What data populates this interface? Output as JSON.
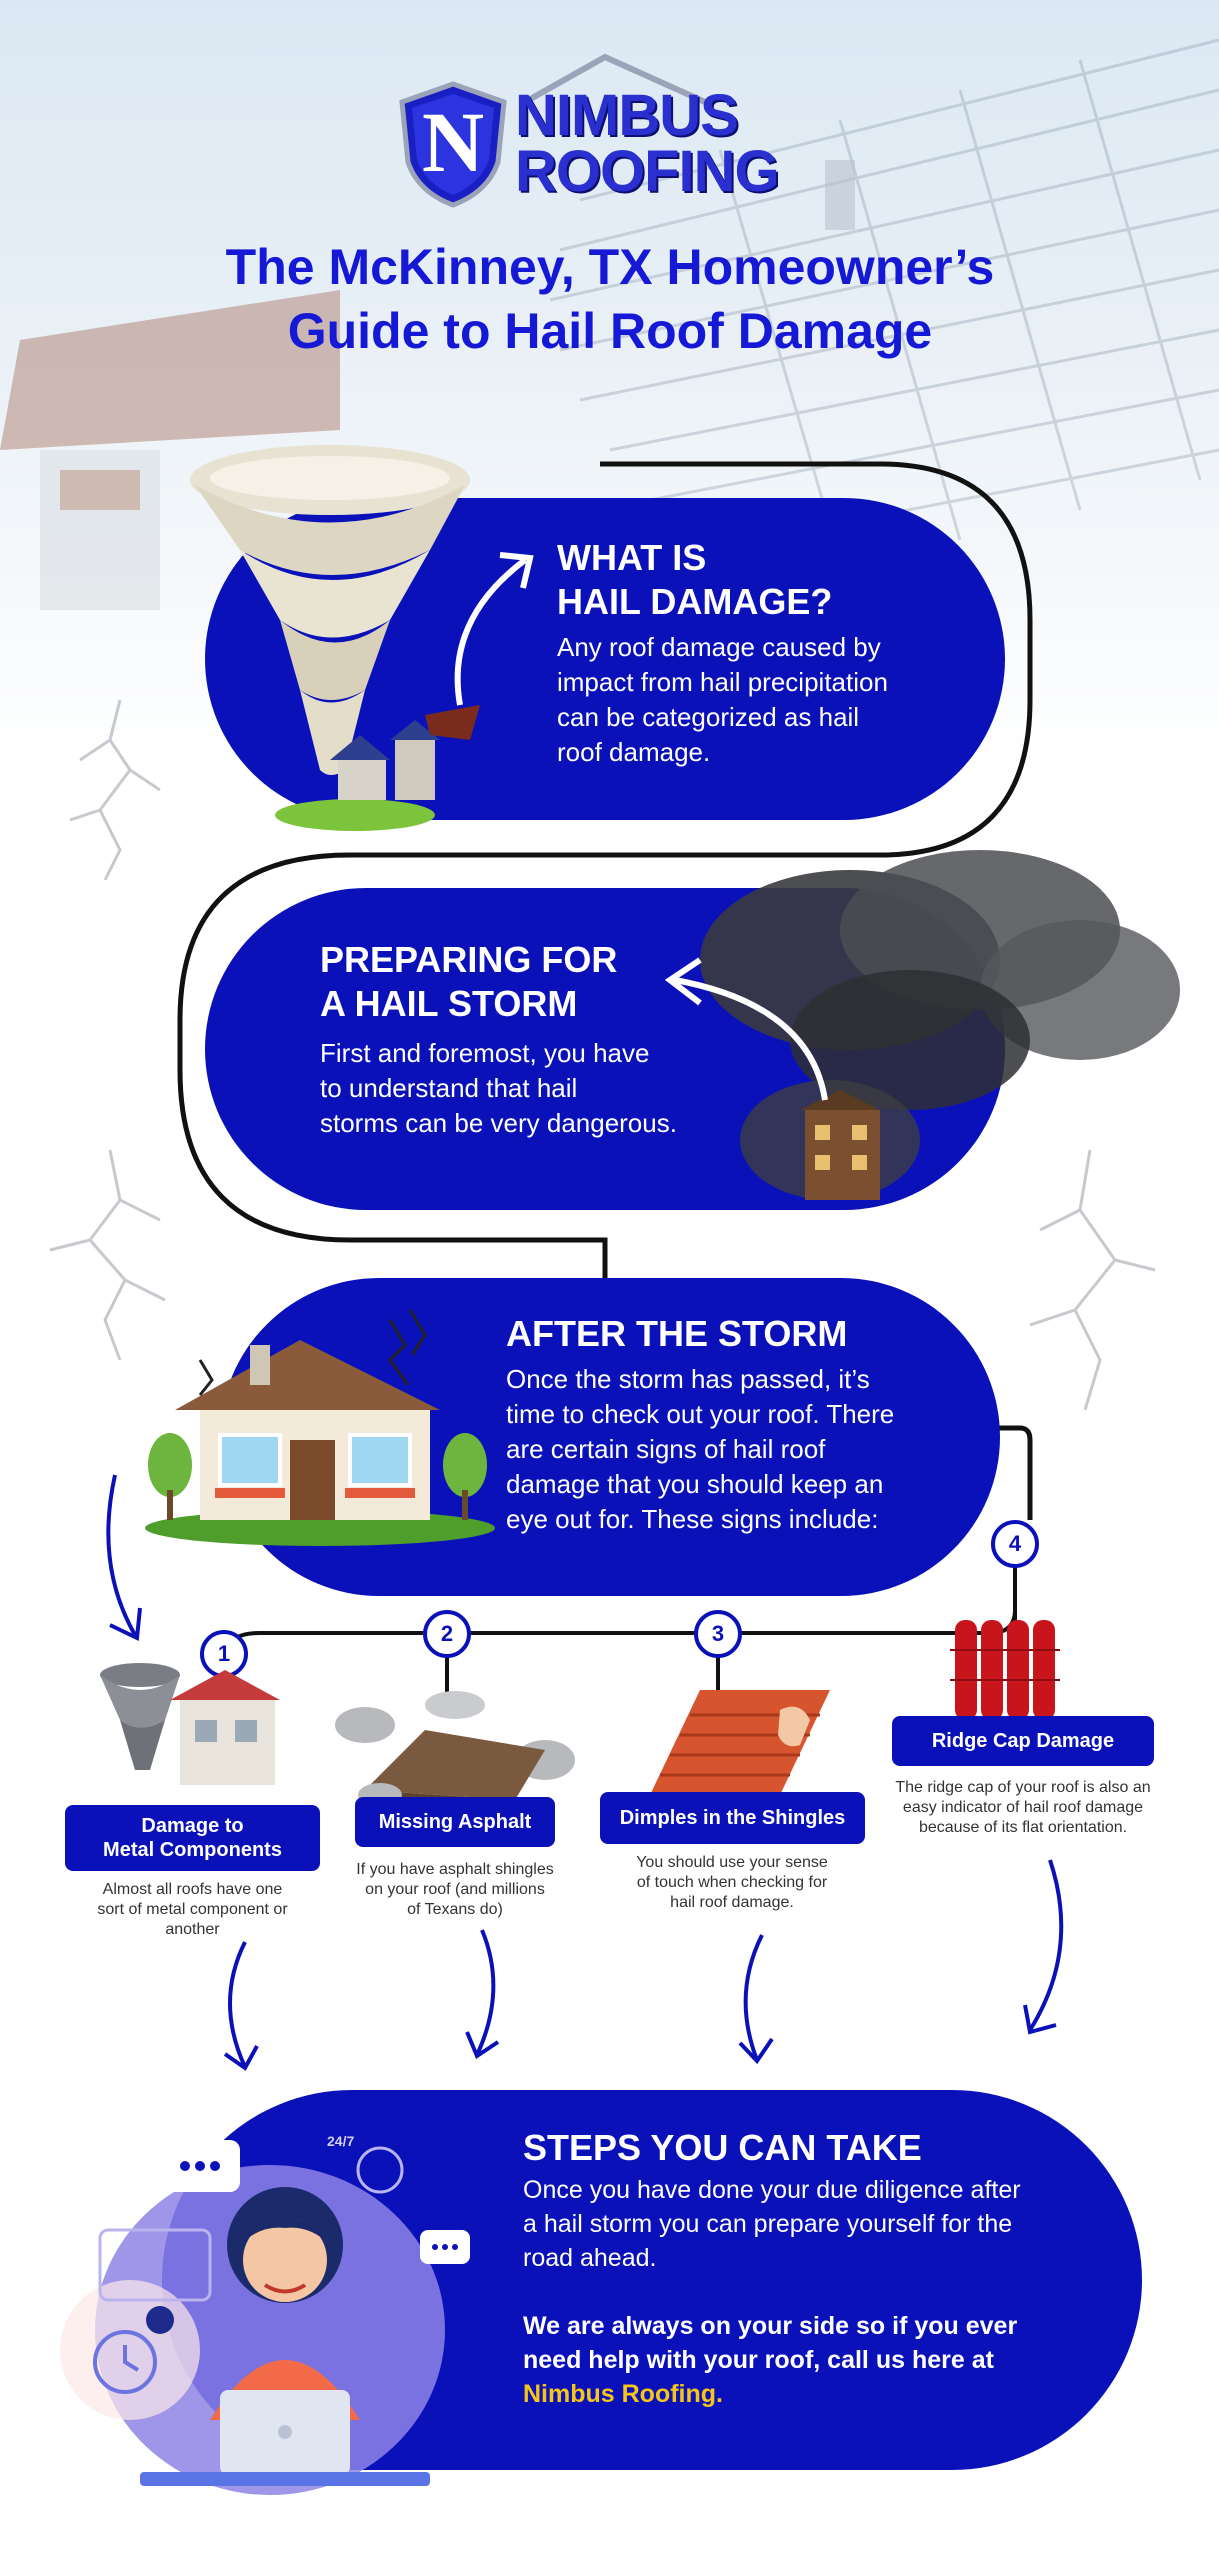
{
  "brand": {
    "logo_letter": "N",
    "line1": "NIMBUS",
    "line2": "ROOFING"
  },
  "title": {
    "line1": "The McKinney, TX Homeowner’s",
    "line2": "Guide to Hail Roof Damage"
  },
  "sections": {
    "what": {
      "heading_line1": "WHAT IS",
      "heading_line2": "HAIL DAMAGE?",
      "lines": [
        "Any roof damage caused by",
        "impact from hail precipitation",
        "can be categorized as hail",
        "roof damage."
      ]
    },
    "prepare": {
      "heading_line1": "PREPARING FOR",
      "heading_line2": "A HAIL STORM",
      "lines": [
        "First and foremost, you have",
        "to understand that hail",
        "storms can be very dangerous."
      ]
    },
    "after": {
      "heading": "AFTER THE STORM",
      "lines": [
        "Once the storm has passed, it’s",
        "time to check out your roof. There",
        "are certain signs of hail roof",
        "damage that you should keep an",
        "eye out for. These signs include:"
      ]
    },
    "steps": {
      "heading": "STEPS YOU CAN TAKE",
      "lines": [
        "Once you have done your due diligence after",
        "a hail storm you can prepare yourself for the",
        "road ahead."
      ],
      "bold_line1": "We are always on your side so if you ever",
      "bold_line2": "need help with your roof, call us here at",
      "brand_mention": "Nimbus Roofing.",
      "accent": "#f5c518"
    }
  },
  "signs": [
    {
      "num": "1",
      "label_line1": "Damage to",
      "label_line2": "Metal Components",
      "desc_lines": [
        "Almost all roofs have one",
        "sort of metal component or",
        "another"
      ]
    },
    {
      "num": "2",
      "label_line1": "Missing Asphalt",
      "label_line2": "",
      "desc_lines": [
        "If you have asphalt shingles",
        "on your roof (and millions",
        "of Texans do)"
      ]
    },
    {
      "num": "3",
      "label_line1": "Dimples in the Shingles",
      "label_line2": "",
      "desc_lines": [
        "You should use your sense",
        "of touch when checking for",
        "hail roof damage."
      ]
    },
    {
      "num": "4",
      "label_line1": "Ridge Cap Damage",
      "label_line2": "",
      "desc_lines": [
        "The ridge cap of your roof is also an",
        "easy indicator of hail roof damage",
        "because of its flat orientation."
      ]
    }
  ],
  "support": {
    "clock_label": "24/7"
  },
  "colors": {
    "primary": "#0b11b9",
    "title": "#1519d6",
    "accent": "#f5c518"
  }
}
